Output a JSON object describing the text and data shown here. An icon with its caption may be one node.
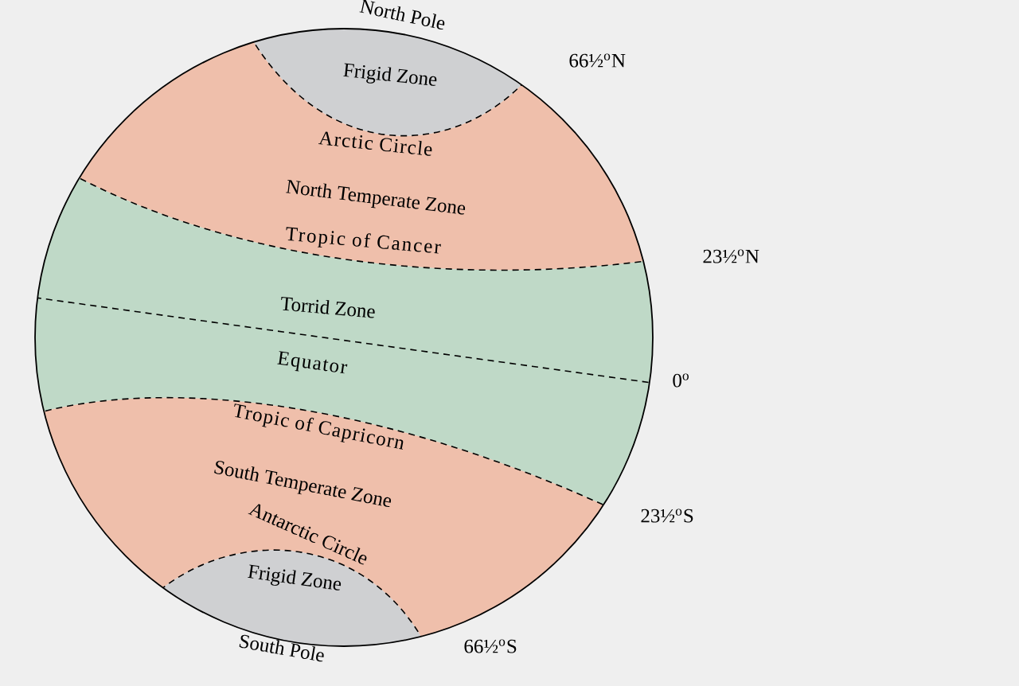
{
  "diagram": {
    "nodes": [
      {
        "text": [
          "Frigid Zone"
        ]
      },
      {
        "text": [
          "North Temperate Zone"
        ]
      },
      {
        "text": [
          "Torrid Zone"
        ]
      },
      {
        "text": [
          "South Temperate Zone"
        ]
      },
      {
        "text": [
          "Frigid Zone"
        ]
      }
    ],
    "labels": [
      "North Pole",
      "66½$^{o}$N",
      "Arctic Circle",
      "Tropic of Cancer",
      "23½$^{o}$N",
      "Equator",
      "0$^{o}$",
      "Tropic of Capricorn",
      "23½$^{o}$S",
      "Antarctic Circle",
      "66½$^{o}$S",
      "South Pole"
    ]
  }
}
